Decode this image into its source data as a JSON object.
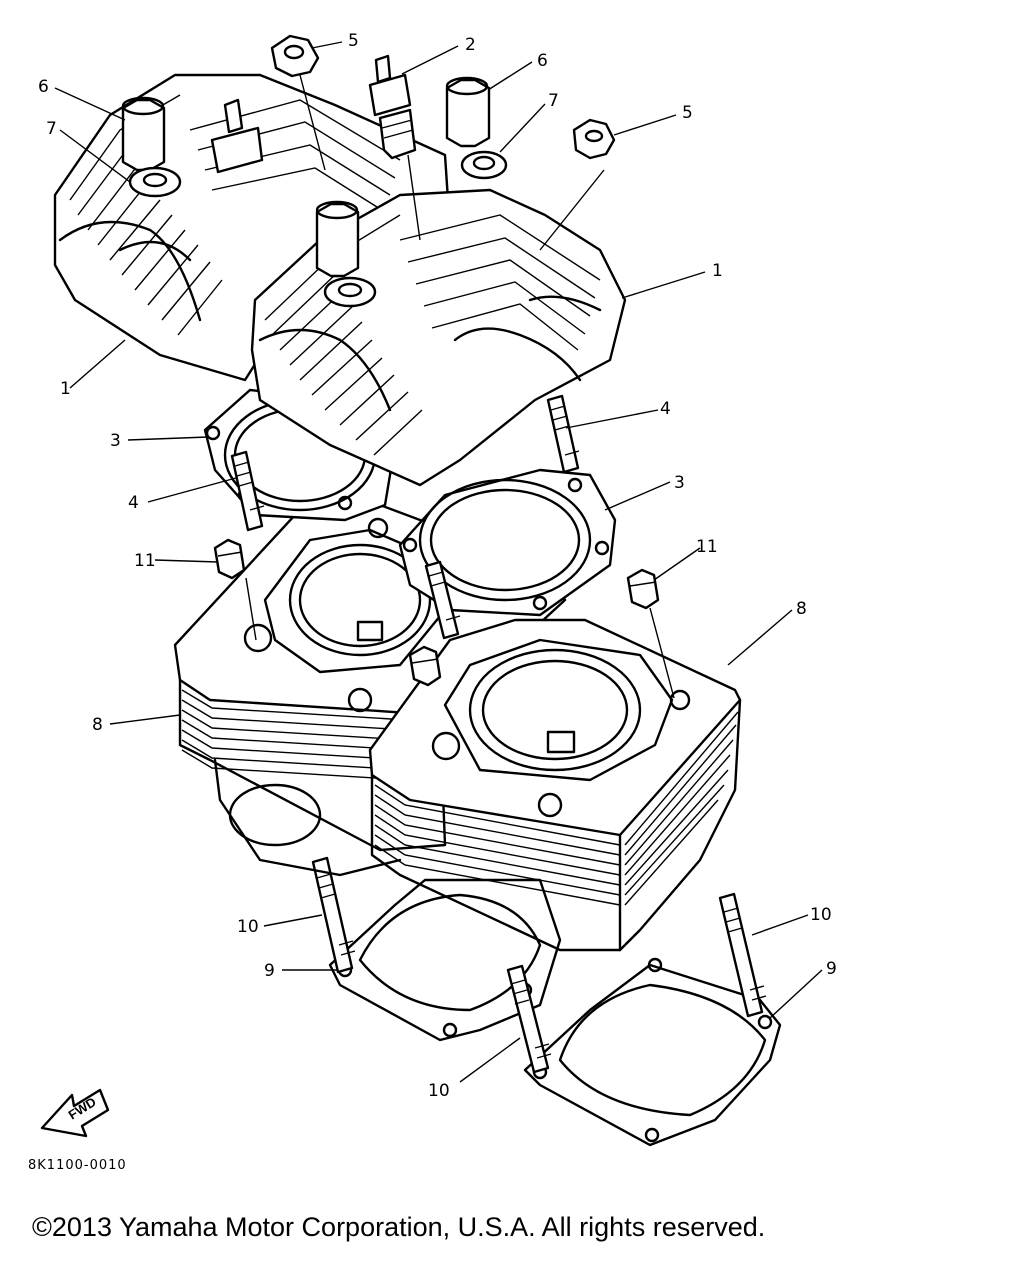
{
  "diagram": {
    "callouts": [
      {
        "id": "c1a",
        "label": "1"
      },
      {
        "id": "c1b",
        "label": "1"
      },
      {
        "id": "c2",
        "label": "2"
      },
      {
        "id": "c3a",
        "label": "3"
      },
      {
        "id": "c3b",
        "label": "3"
      },
      {
        "id": "c4a",
        "label": "4"
      },
      {
        "id": "c4b",
        "label": "4"
      },
      {
        "id": "c5a",
        "label": "5"
      },
      {
        "id": "c5b",
        "label": "5"
      },
      {
        "id": "c6a",
        "label": "6"
      },
      {
        "id": "c6b",
        "label": "6"
      },
      {
        "id": "c7a",
        "label": "7"
      },
      {
        "id": "c7b",
        "label": "7"
      },
      {
        "id": "c8a",
        "label": "8"
      },
      {
        "id": "c8b",
        "label": "8"
      },
      {
        "id": "c9a",
        "label": "9"
      },
      {
        "id": "c9b",
        "label": "9"
      },
      {
        "id": "c10a",
        "label": "10"
      },
      {
        "id": "c10b",
        "label": "10"
      },
      {
        "id": "c10c",
        "label": "10"
      },
      {
        "id": "c11a",
        "label": "11"
      },
      {
        "id": "c11b",
        "label": "11"
      }
    ],
    "fwd_label": "FWD",
    "drawing_code": "8K1100-0010"
  },
  "footer": {
    "copyright": "©2013 Yamaha Motor Corporation, U.S.A. All rights reserved."
  }
}
